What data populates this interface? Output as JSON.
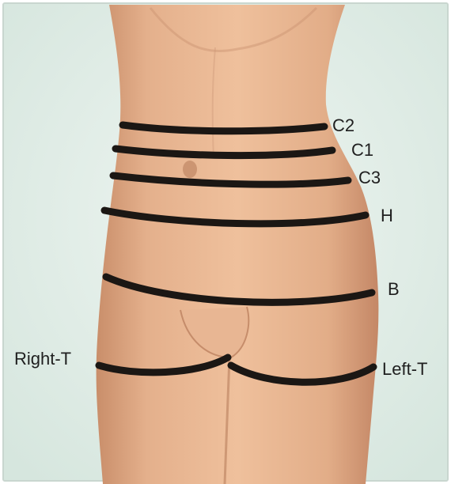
{
  "colors": {
    "background": "#dfece6",
    "skin": "#e3ae88",
    "band": "#1b1714",
    "label_text": "#1f1f1f",
    "frame_border": "#c9d6cf"
  },
  "labels": {
    "c2": "C2",
    "c1": "C1",
    "c3": "C3",
    "h": "H",
    "b": "B",
    "right_t": "Right-T",
    "left_t": "Left-T"
  }
}
